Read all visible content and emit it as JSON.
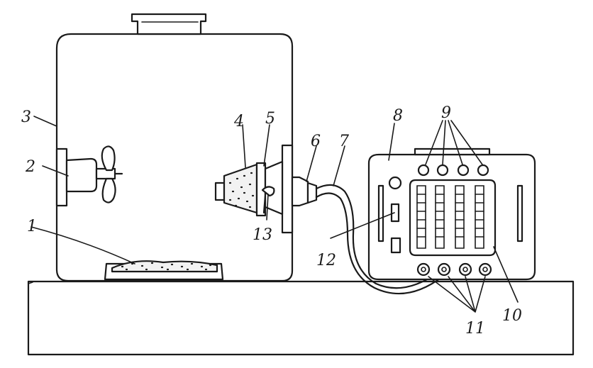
{
  "colors": {
    "ink": "#1a1a1a",
    "paper": "#ffffff"
  },
  "labels": {
    "l1": "1",
    "l2": "2",
    "l3": "3",
    "l4": "4",
    "l5": "5",
    "l6": "6",
    "l7": "7",
    "l8": "8",
    "l9": "9",
    "l10": "10",
    "l11": "11",
    "l12": "12",
    "l13": "13"
  }
}
